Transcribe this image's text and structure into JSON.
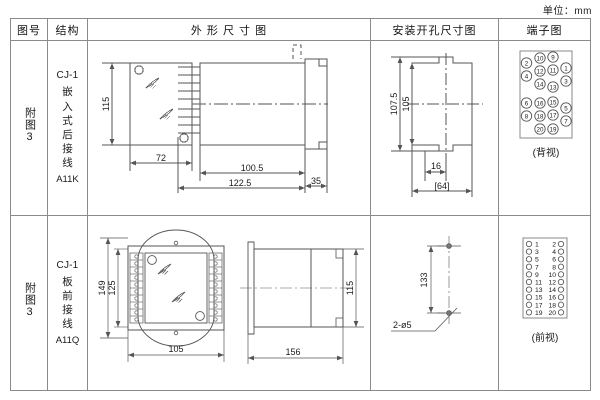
{
  "unit_note": "单位：mm",
  "table": {
    "headers": [
      {
        "key": "fig_no",
        "label": "图号"
      },
      {
        "key": "structure",
        "label": "结构"
      },
      {
        "key": "outline",
        "label": "外 形 尺 寸 图"
      },
      {
        "key": "cutout",
        "label": "安装开孔尺寸图"
      },
      {
        "key": "terminal",
        "label": "端子图"
      }
    ],
    "rows": [
      {
        "fig_no": "附图3",
        "structure": {
          "model": "CJ-1",
          "cn_chars": [
            "嵌",
            "入",
            "式",
            "后",
            "接",
            "线"
          ],
          "code": "A11K"
        },
        "outline_dims": {
          "front_height": "115",
          "front_width": "72",
          "side_body": "100.5",
          "side_flange": "35",
          "side_total": "122.5"
        },
        "cutout_dims": {
          "outer_height": "107.5",
          "inner_height": "105",
          "slot_width": "16",
          "width_ref": "[64]"
        },
        "terminal": {
          "view_label": "(背视)",
          "layout": "staggered-20",
          "left_col": [
            "2",
            "4",
            "6",
            "8"
          ],
          "mid_left_col": [
            "10",
            "12",
            "14",
            "16",
            "18",
            "20"
          ],
          "mid_right_col": [
            "9",
            "11",
            "13",
            "15",
            "17",
            "19"
          ],
          "right_col": [
            "1",
            "3",
            "5",
            "7"
          ]
        }
      },
      {
        "fig_no": "附图3",
        "structure": {
          "model": "CJ-1",
          "cn_chars": [
            "板",
            "前",
            "接",
            "线"
          ],
          "code": "A11Q"
        },
        "outline_dims": {
          "front_outer_height": "149",
          "front_inner_height": "125",
          "front_width": "105",
          "side_total": "156",
          "side_height": "115"
        },
        "cutout_dims": {
          "hole_spacing": "133",
          "hole_spec": "2-ø5"
        },
        "terminal": {
          "view_label": "(前视)",
          "layout": "two-column-20",
          "pairs": [
            [
              "1",
              "2"
            ],
            [
              "3",
              "4"
            ],
            [
              "5",
              "6"
            ],
            [
              "7",
              "8"
            ],
            [
              "9",
              "10"
            ],
            [
              "11",
              "12"
            ],
            [
              "13",
              "14"
            ],
            [
              "15",
              "16"
            ],
            [
              "17",
              "18"
            ],
            [
              "19",
              "20"
            ]
          ]
        }
      }
    ]
  },
  "colors": {
    "line": "#555555",
    "border": "#8a8a8a",
    "text": "#1a1a1a"
  }
}
